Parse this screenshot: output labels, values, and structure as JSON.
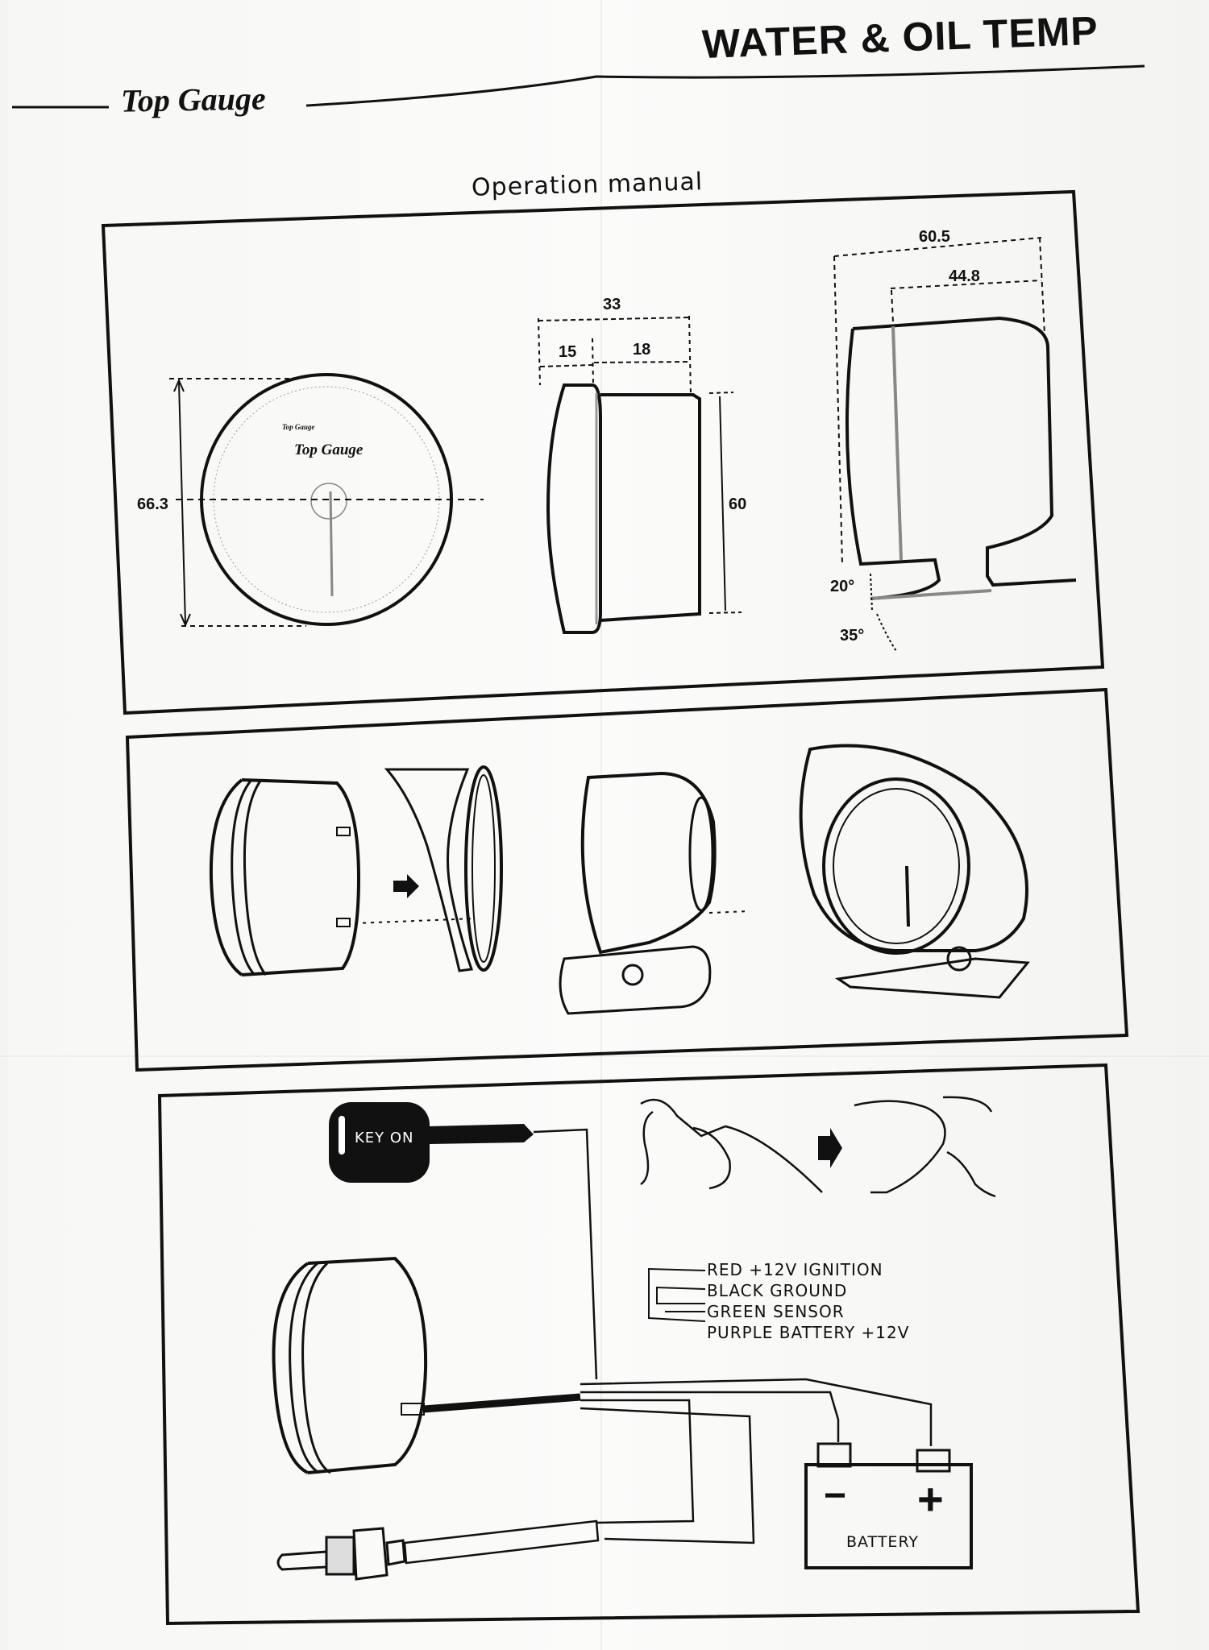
{
  "header": {
    "product_title": "WATER & OIL TEMP",
    "brand": "Top Gauge",
    "subtitle": "Operation manual"
  },
  "dimensions": {
    "face_diameter": "66.3",
    "depth_total": "33",
    "depth_front": "15",
    "depth_rear": "18",
    "body_diameter": "60",
    "pod_depth_total": "60.5",
    "pod_depth_inner": "44.8",
    "tilt_min": "20°",
    "tilt_max": "35°",
    "face_logo": "Top Gauge",
    "face_logo_small": "Top Gauge"
  },
  "wiring": {
    "key_label": "KEY ON",
    "wires": [
      "RED +12V IGNITION",
      "BLACK GROUND",
      "GREEN SENSOR",
      "PURPLE BATTERY +12V"
    ],
    "battery_label": "BATTERY",
    "battery_minus": "−",
    "battery_plus": "+"
  }
}
